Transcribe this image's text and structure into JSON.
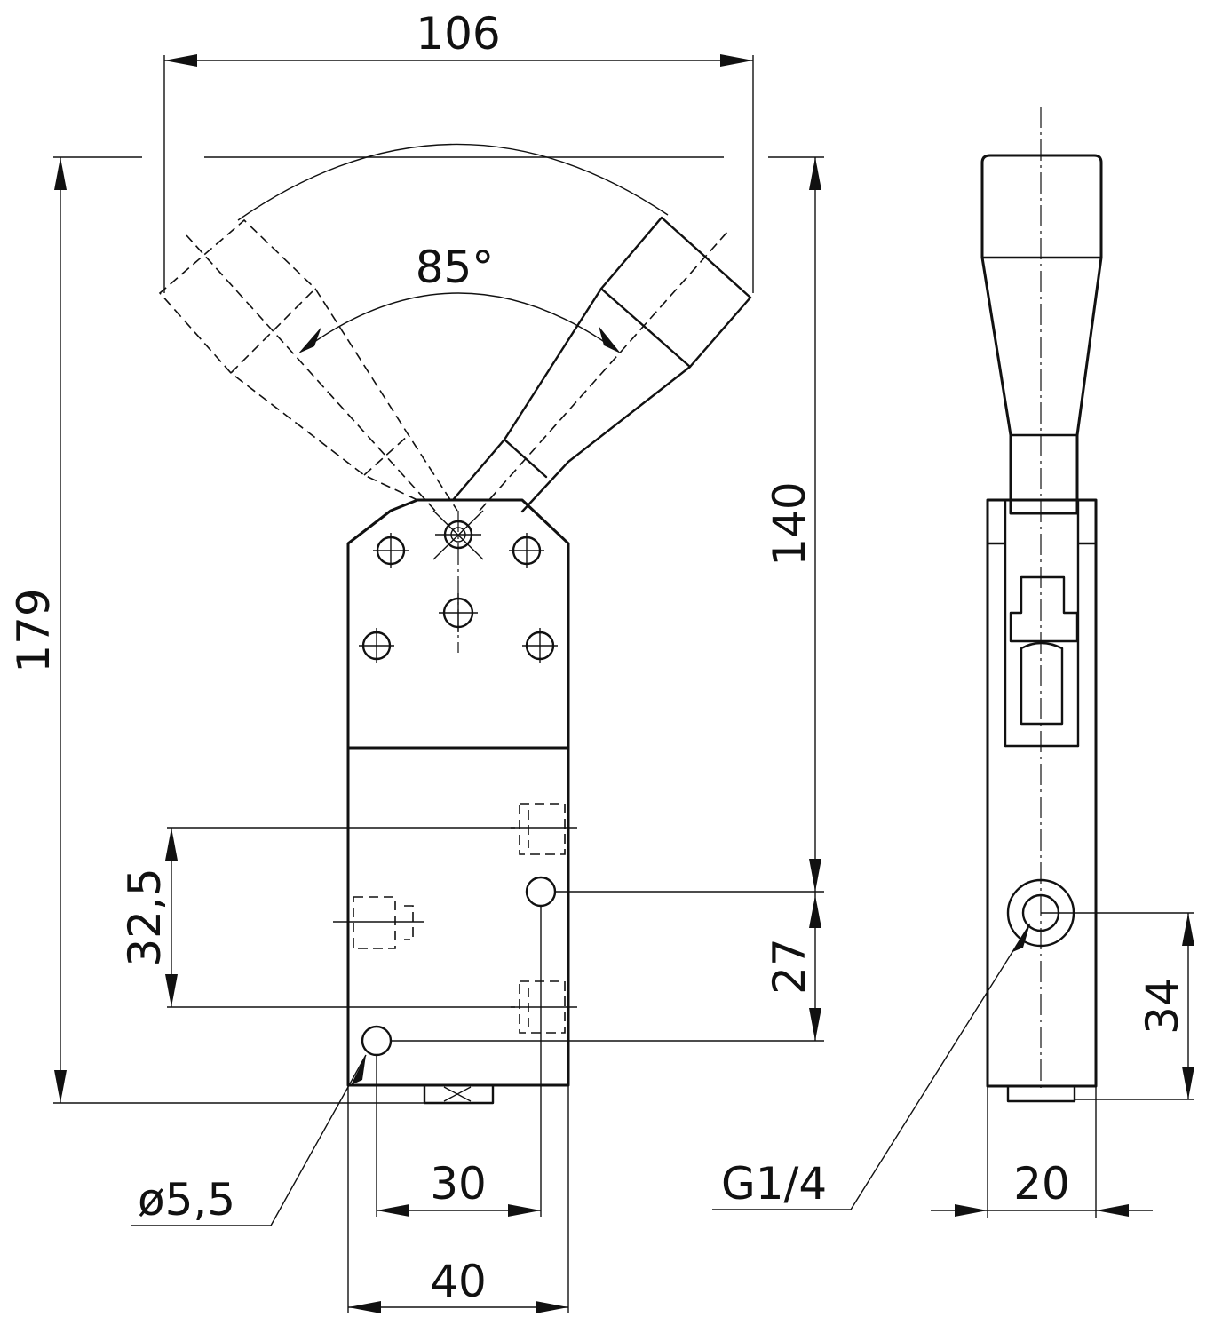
{
  "dimensions": {
    "width_106": "106",
    "height_179": "179",
    "height_140": "140",
    "angle_85": "85°",
    "spacing_32_5": "32,5",
    "spacing_27": "27",
    "width_30": "30",
    "width_40": "40",
    "hole_dia": "ø5,5",
    "port_thread": "G1/4",
    "side_width_20": "20",
    "side_height_34": "34"
  },
  "colors": {
    "line": "#111111",
    "background": "#ffffff"
  }
}
